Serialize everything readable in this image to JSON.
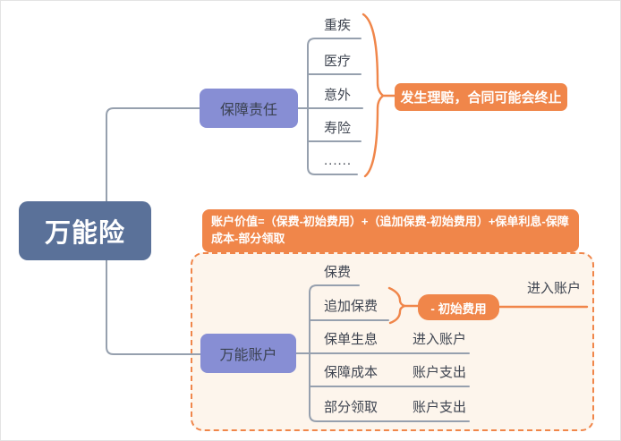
{
  "root": {
    "label": "万能险"
  },
  "coverage": {
    "label": "保障责任",
    "items": [
      "重疾",
      "医疗",
      "意外",
      "寿险",
      "......"
    ],
    "note": "发生理赔，合同可能会终止"
  },
  "account": {
    "label": "万能账户",
    "formula": "账户价值=（保费-初始费用）+（追加保费-初始费用）+保单利息-保障成本-部分领取",
    "rows": [
      {
        "label": "保费",
        "result": ""
      },
      {
        "label": "追加保费",
        "result": ""
      },
      {
        "label": "保单生息",
        "result": "进入账户"
      },
      {
        "label": "保障成本",
        "result": "账户支出"
      },
      {
        "label": "部分领取",
        "result": "账户支出"
      }
    ],
    "deduction": {
      "label": "- 初始费用",
      "result": "进入账户"
    }
  },
  "colors": {
    "root_bg": "#5a7199",
    "branch_bg": "#878ed4",
    "accent_orange": "#f0864a",
    "container_bg": "#fdf5ec",
    "line_gray": "#96a0ae",
    "text_dark": "#3e4450"
  }
}
